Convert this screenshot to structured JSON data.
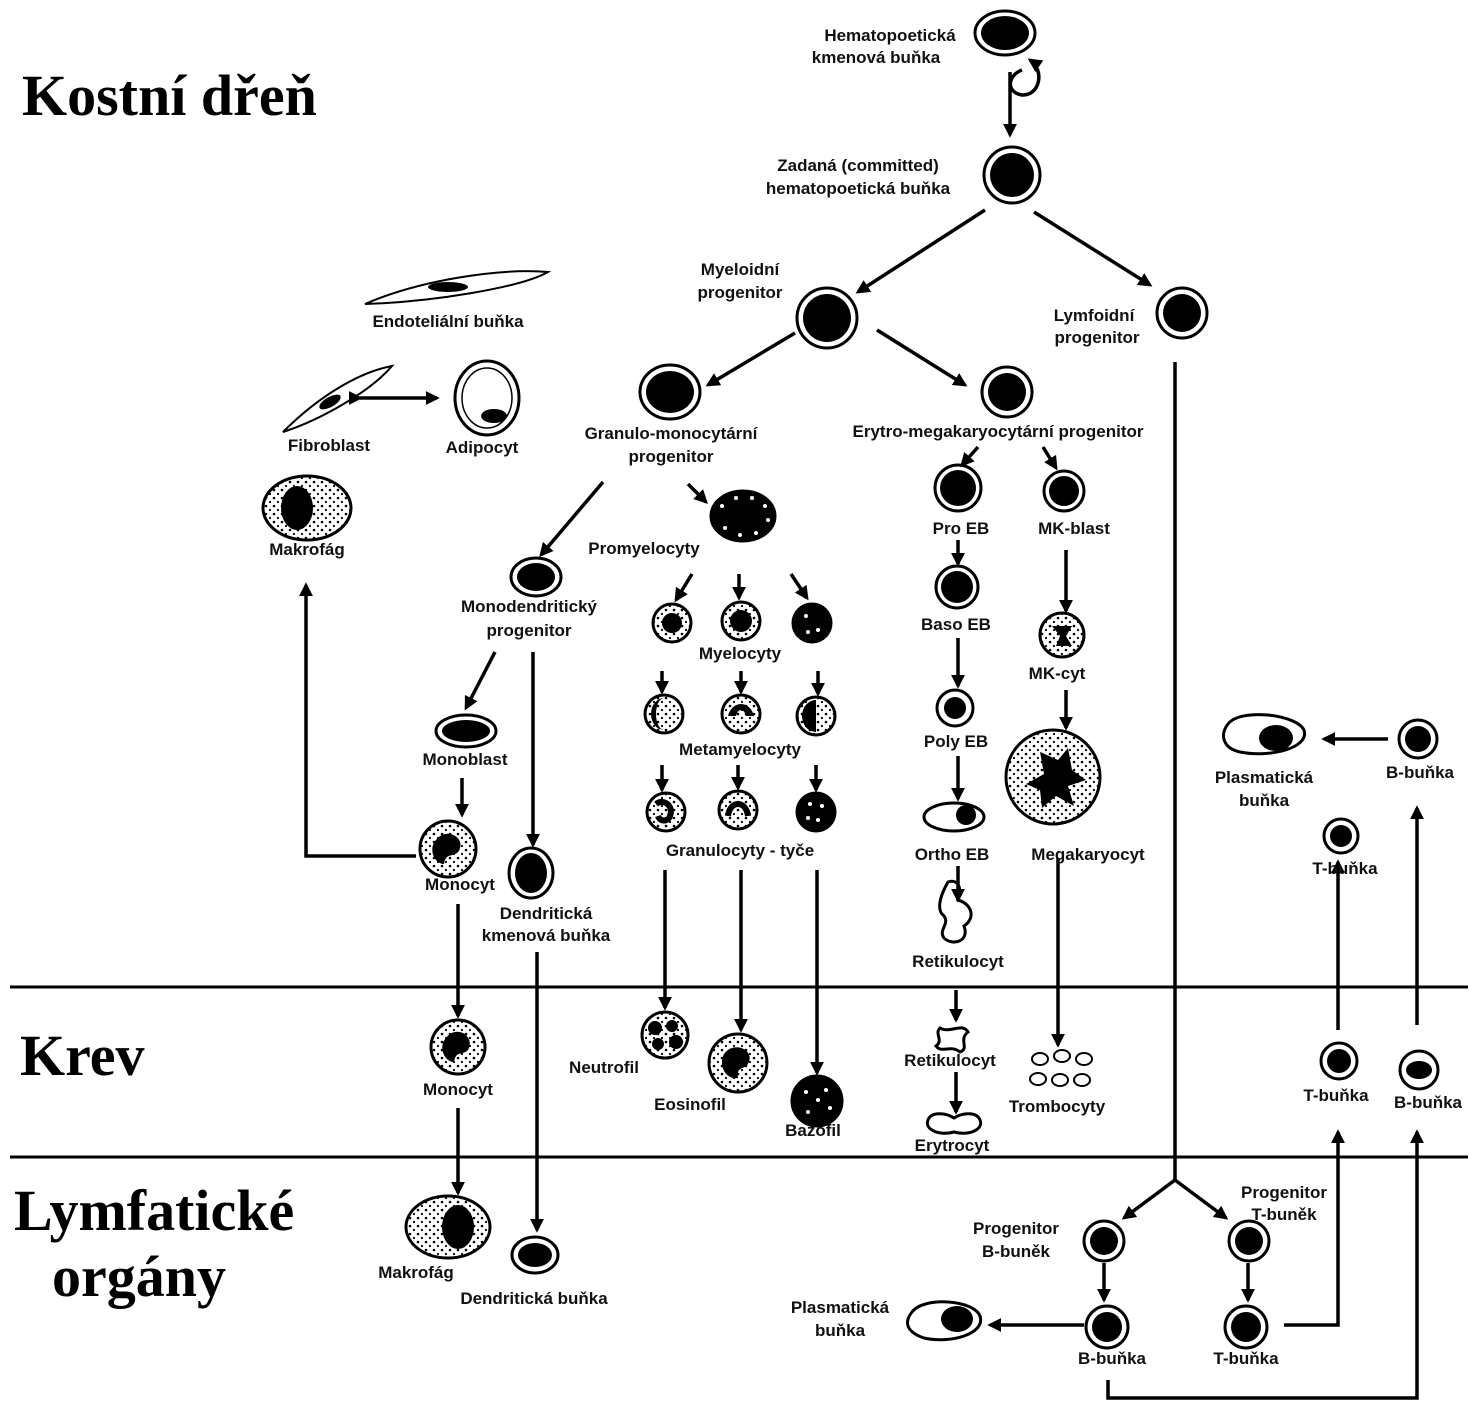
{
  "regions": {
    "bone_marrow": "Kostní dřeň",
    "blood": "Krev",
    "lymph_line1": "Lymfatické",
    "lymph_line2": "orgány"
  },
  "labels": {
    "hsc_1": "Hematopoetická",
    "hsc_2": "kmenová buňka",
    "committed_1": "Zadaná (committed)",
    "committed_2": "hematopoetická buňka",
    "myeloid_1": "Myeloidní",
    "myeloid_2": "progenitor",
    "lymphoid_1": "Lymfoidní",
    "lymphoid_2": "progenitor",
    "endothelial": "Endoteliální buňka",
    "fibroblast": "Fibroblast",
    "adipocyte": "Adipocyt",
    "macrophage_bm": "Makrofág",
    "gmp_1": "Granulo-monocytární",
    "gmp_2": "progenitor",
    "emp": "Erytro-megakaryocytární progenitor",
    "promyelocytes": "Promyelocyty",
    "monodendritic_1": "Monodendritický",
    "monodendritic_2": "progenitor",
    "myelocytes": "Myelocyty",
    "metamyelocytes": "Metamyelocyty",
    "granulocytes_bands": "Granulocyty - tyče",
    "monoblast": "Monoblast",
    "monocyte_bm": "Monocyt",
    "dendritic_stem_1": "Dendritická",
    "dendritic_stem_2": "kmenová buňka",
    "pro_eb": "Pro EB",
    "baso_eb": "Baso EB",
    "poly_eb": "Poly EB",
    "ortho_eb": "Ortho EB",
    "reticulocyte_bm": "Retikulocyt",
    "mk_blast": "MK-blast",
    "mk_cyt": "MK-cyt",
    "megakaryocyte": "Megakaryocyt",
    "plasma_cell_bm_1": "Plasmatická",
    "plasma_cell_bm_2": "buňka",
    "b_cell_bm": "B-buňka",
    "t_cell_bm": "T-buňka",
    "monocyte_blood": "Monocyt",
    "neutrophil": "Neutrofil",
    "eosinophil": "Eosinofil",
    "basophil": "Bazofil",
    "reticulocyte_blood": "Retikulocyt",
    "erythrocyte": "Erytrocyt",
    "platelets": "Trombocyty",
    "t_cell_blood": "T-buňka",
    "b_cell_blood": "B-buňka",
    "macrophage_lymph": "Makrofág",
    "dendritic_cell": "Dendritická buňka",
    "b_progenitor_1": "Progenitor",
    "b_progenitor_2": "B-buněk",
    "t_progenitor_1": "Progenitor",
    "t_progenitor_2": "T-buněk",
    "plasma_cell_lymph_1": "Plasmatická",
    "plasma_cell_lymph_2": "buňka",
    "b_cell_lymph": "B-buňka",
    "t_cell_lymph": "T-buňka"
  }
}
